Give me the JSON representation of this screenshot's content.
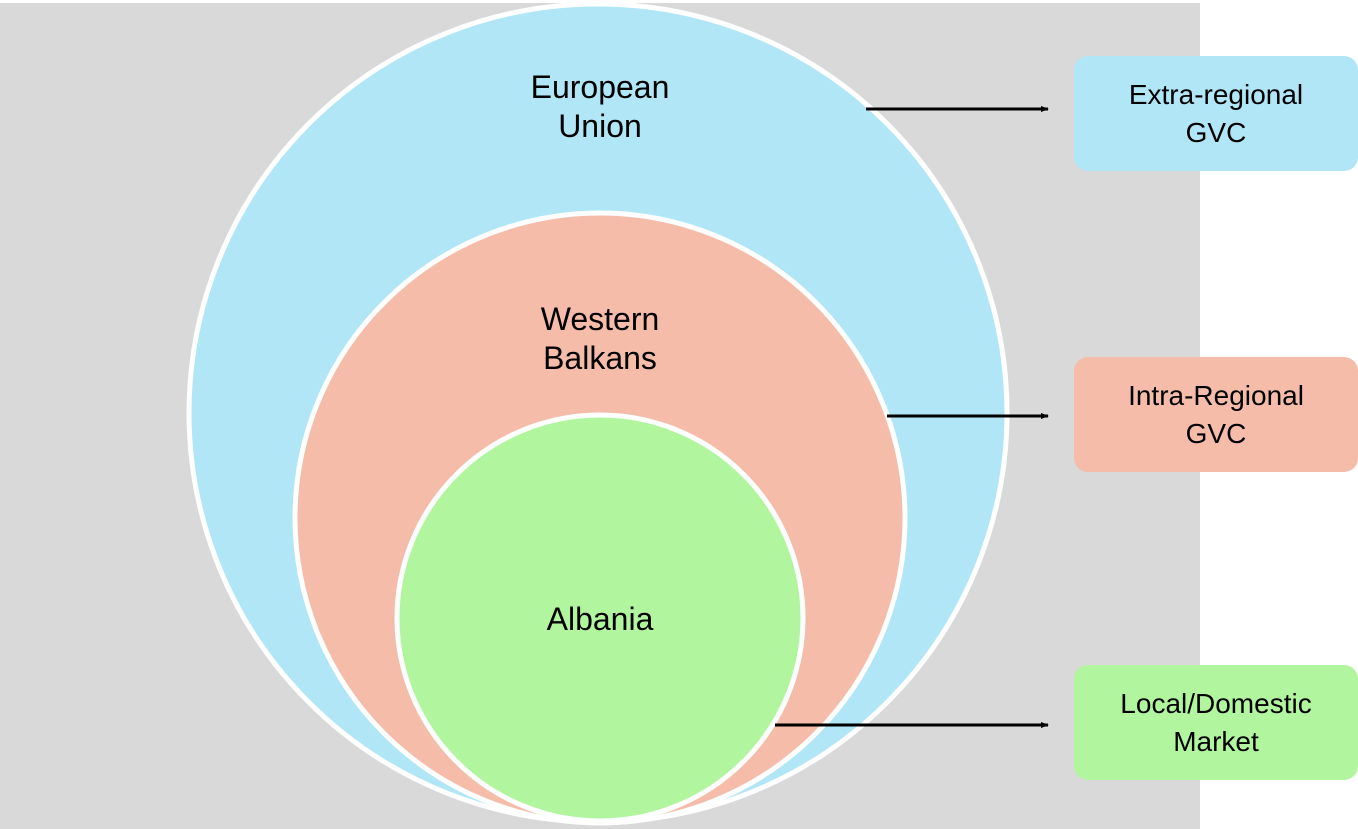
{
  "colors": {
    "background_panel": "#d9d9d9",
    "eu": "#b0e6f6",
    "wb": "#f5bcaa",
    "albania": "#b1f69e",
    "outline": "#ffffff",
    "arrow": "#000000"
  },
  "circles": {
    "eu": {
      "line1": "European",
      "line2": "Union"
    },
    "wb": {
      "line1": "Western",
      "line2": "Balkans"
    },
    "albania": {
      "label": "Albania"
    }
  },
  "boxes": {
    "extra": {
      "line1": "Extra-regional",
      "line2": "GVC"
    },
    "intra": {
      "line1": "Intra-Regional",
      "line2": "GVC"
    },
    "local": {
      "line1": "Local/Domestic",
      "line2": "Market"
    }
  }
}
